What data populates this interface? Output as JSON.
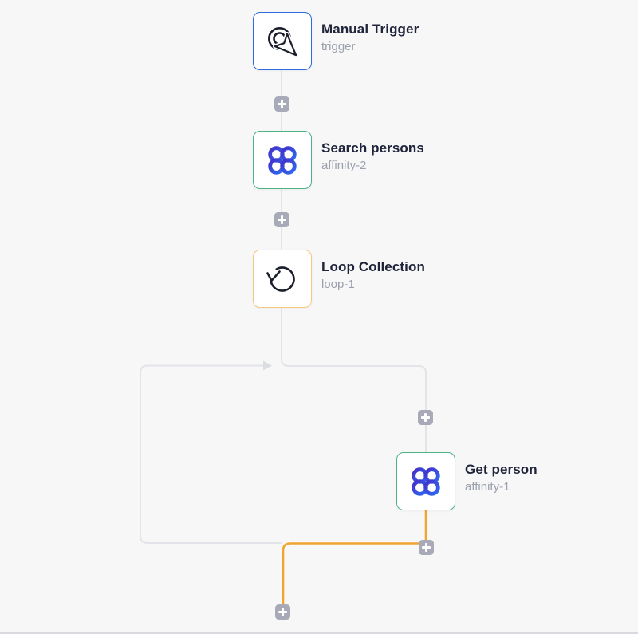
{
  "colors": {
    "canvas-bg": "#f7f7f8",
    "connector-gray": "#e3e4e9",
    "connector-orange": "#f2a431",
    "arrow-gray": "#dcdde3",
    "plus-bg": "#a8aab7",
    "plus-glyph": "#ffffff",
    "node-bg": "#ffffff",
    "border-blue": "#2e6be0",
    "border-green": "#4cb383",
    "border-amber": "#f5c87d",
    "title-color": "#20243a",
    "subtitle-color": "#9ba0ad",
    "icon-dark": "#1b1e2b",
    "affinity-indigo": "#4530c8",
    "affinity-blue": "#2d6bf2"
  },
  "nodes": [
    {
      "title": "Manual Trigger",
      "subtitle": "trigger"
    },
    {
      "title": "Search persons",
      "subtitle": "affinity-2"
    },
    {
      "title": "Loop Collection",
      "subtitle": "loop-1"
    },
    {
      "title": "Get person",
      "subtitle": "affinity-1"
    }
  ]
}
